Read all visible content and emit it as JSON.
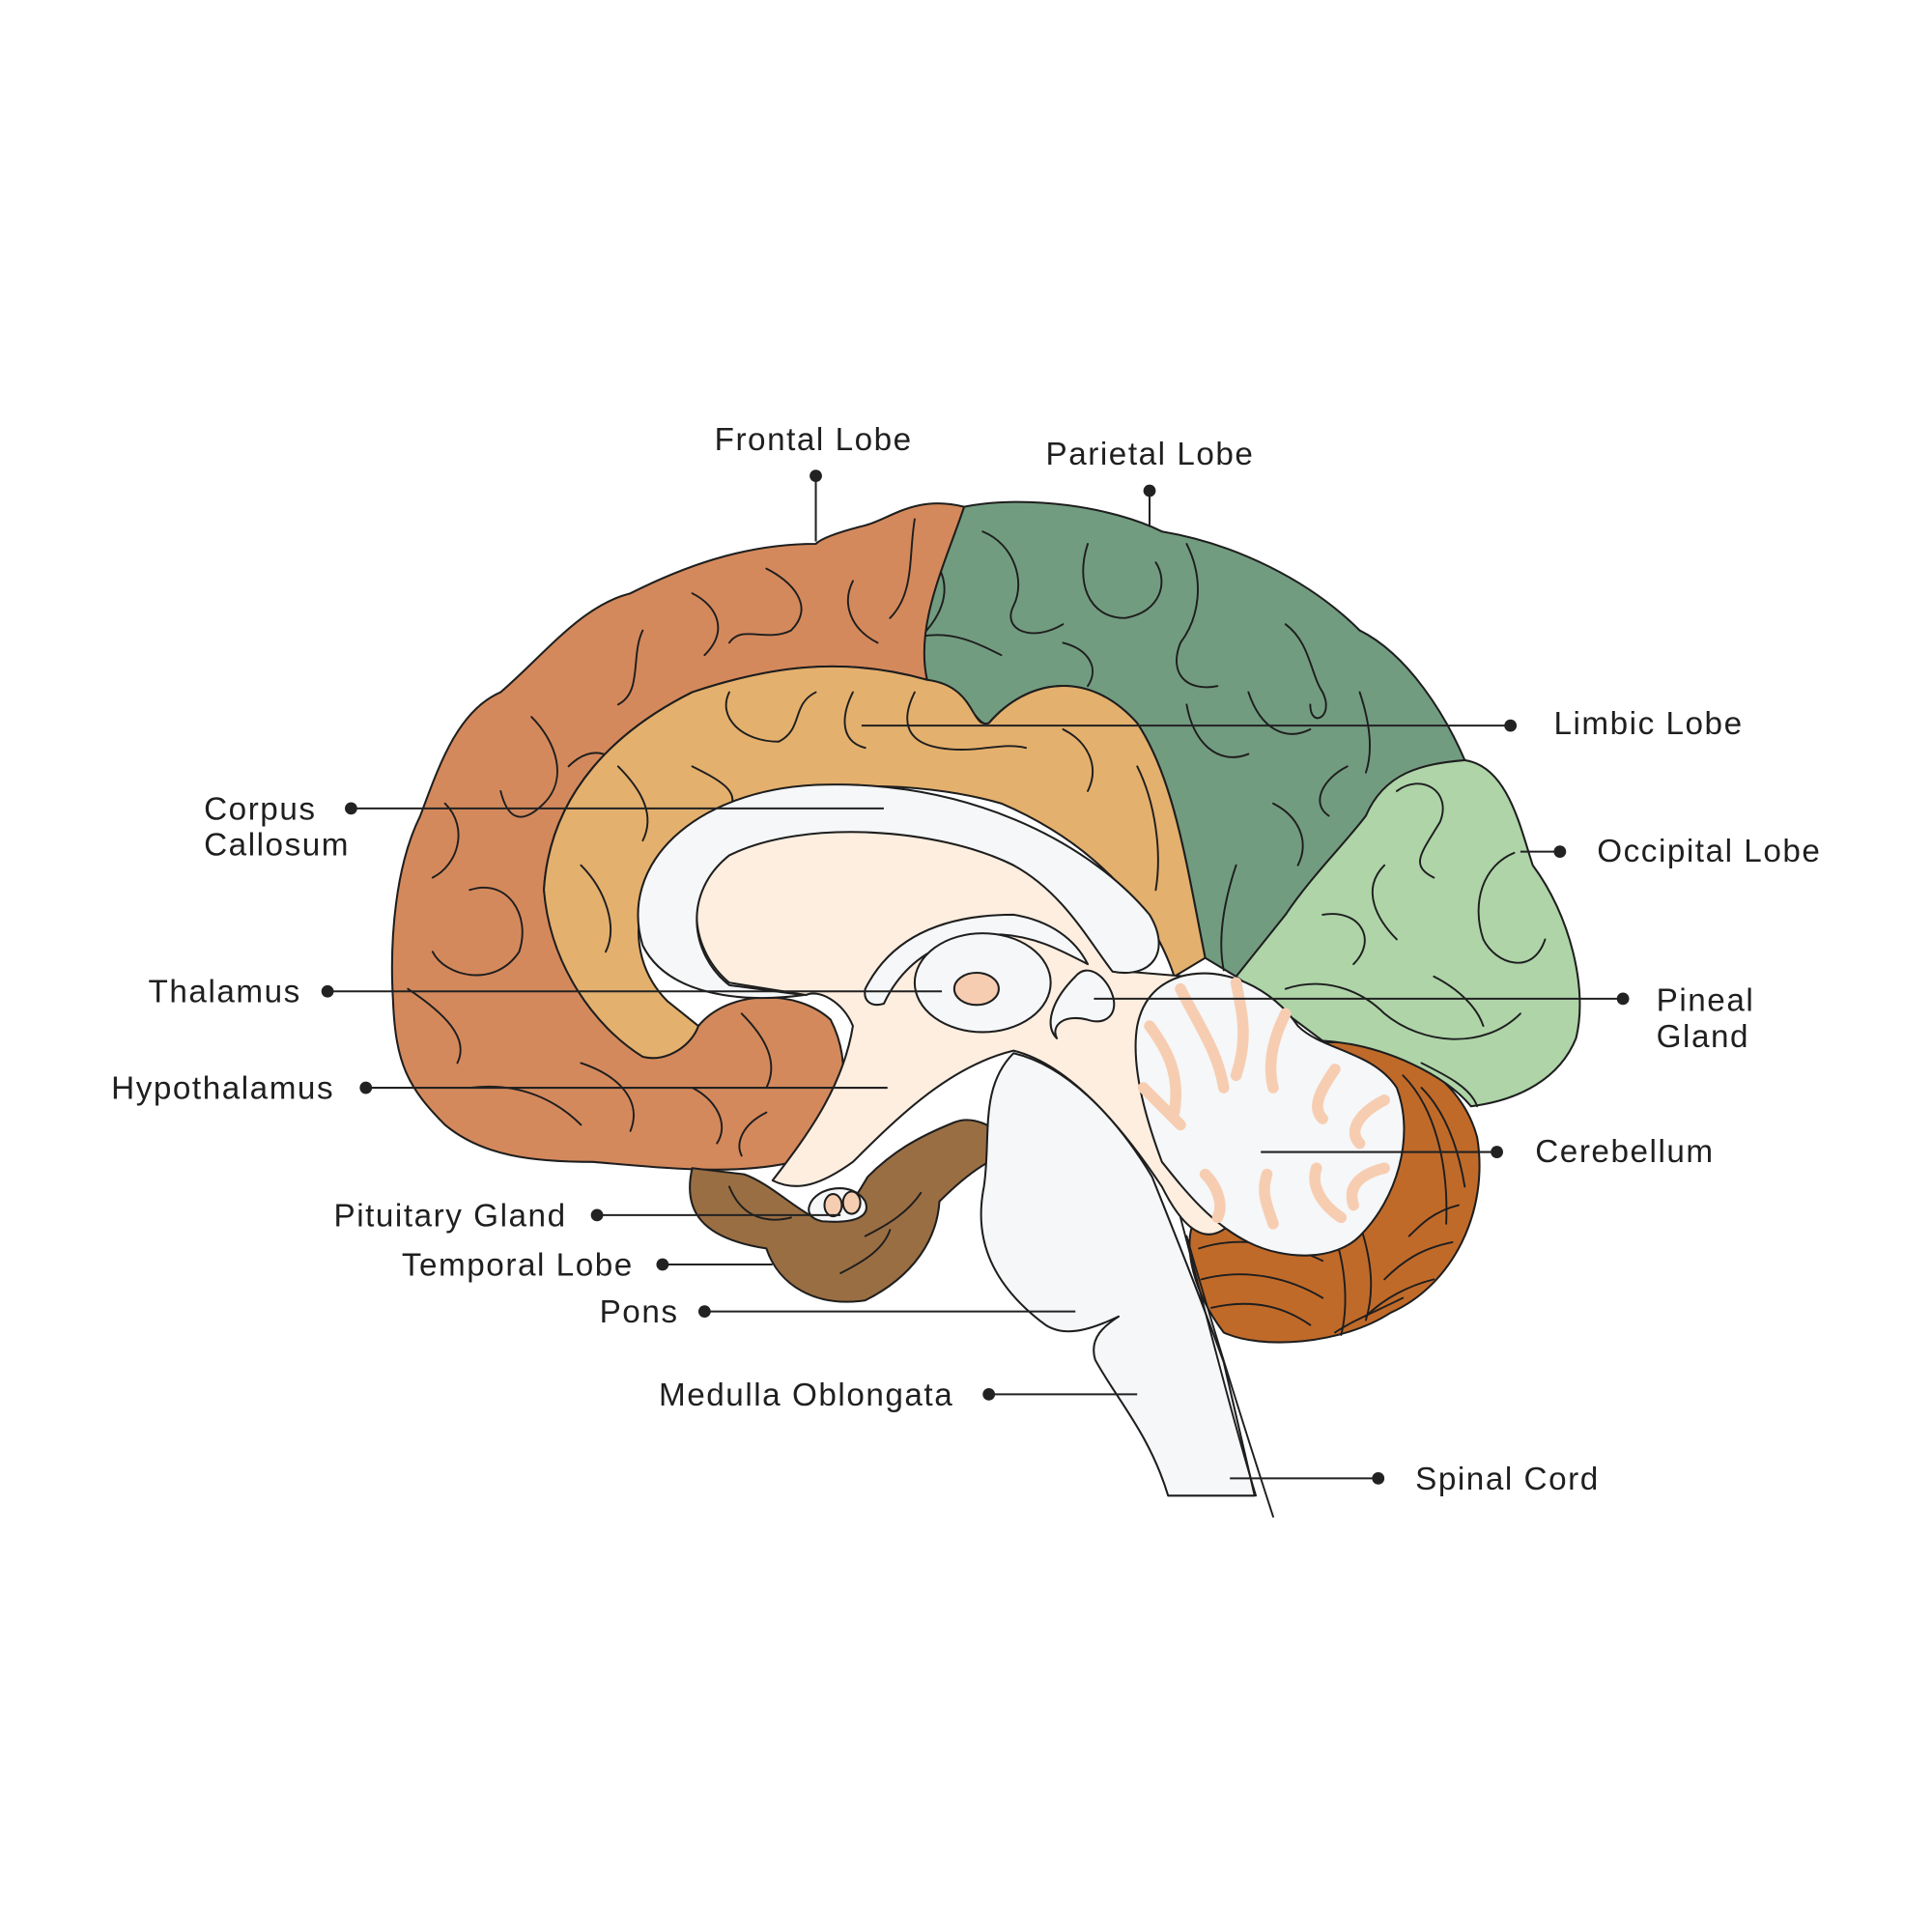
{
  "colors": {
    "frontal": "#D4895C",
    "parietal": "#729C80",
    "limbic": "#E4B06E",
    "occipital": "#AED4A8",
    "temporal": "#9A6E43",
    "cerebellum": "#C06A2A",
    "white_matter": "#F5F7F8",
    "cream": "#FDEEDF",
    "peach": "#F7CDB2"
  },
  "labels": {
    "frontal_lobe": "Frontal Lobe",
    "parietal_lobe": "Parietal Lobe",
    "limbic_lobe": "Limbic Lobe",
    "occipital_lobe": "Occipital Lobe",
    "corpus_callosum_1": "Corpus",
    "corpus_callosum_2": "Callosum",
    "thalamus": "Thalamus",
    "hypothalamus": "Hypothalamus",
    "pineal_gland_1": "Pineal",
    "pineal_gland_2": "Gland",
    "cerebellum": "Cerebellum",
    "pituitary_gland": "Pituitary Gland",
    "temporal_lobe": "Temporal Lobe",
    "pons": "Pons",
    "medulla_oblongata": "Medulla Oblongata",
    "spinal_cord": "Spinal Cord"
  }
}
